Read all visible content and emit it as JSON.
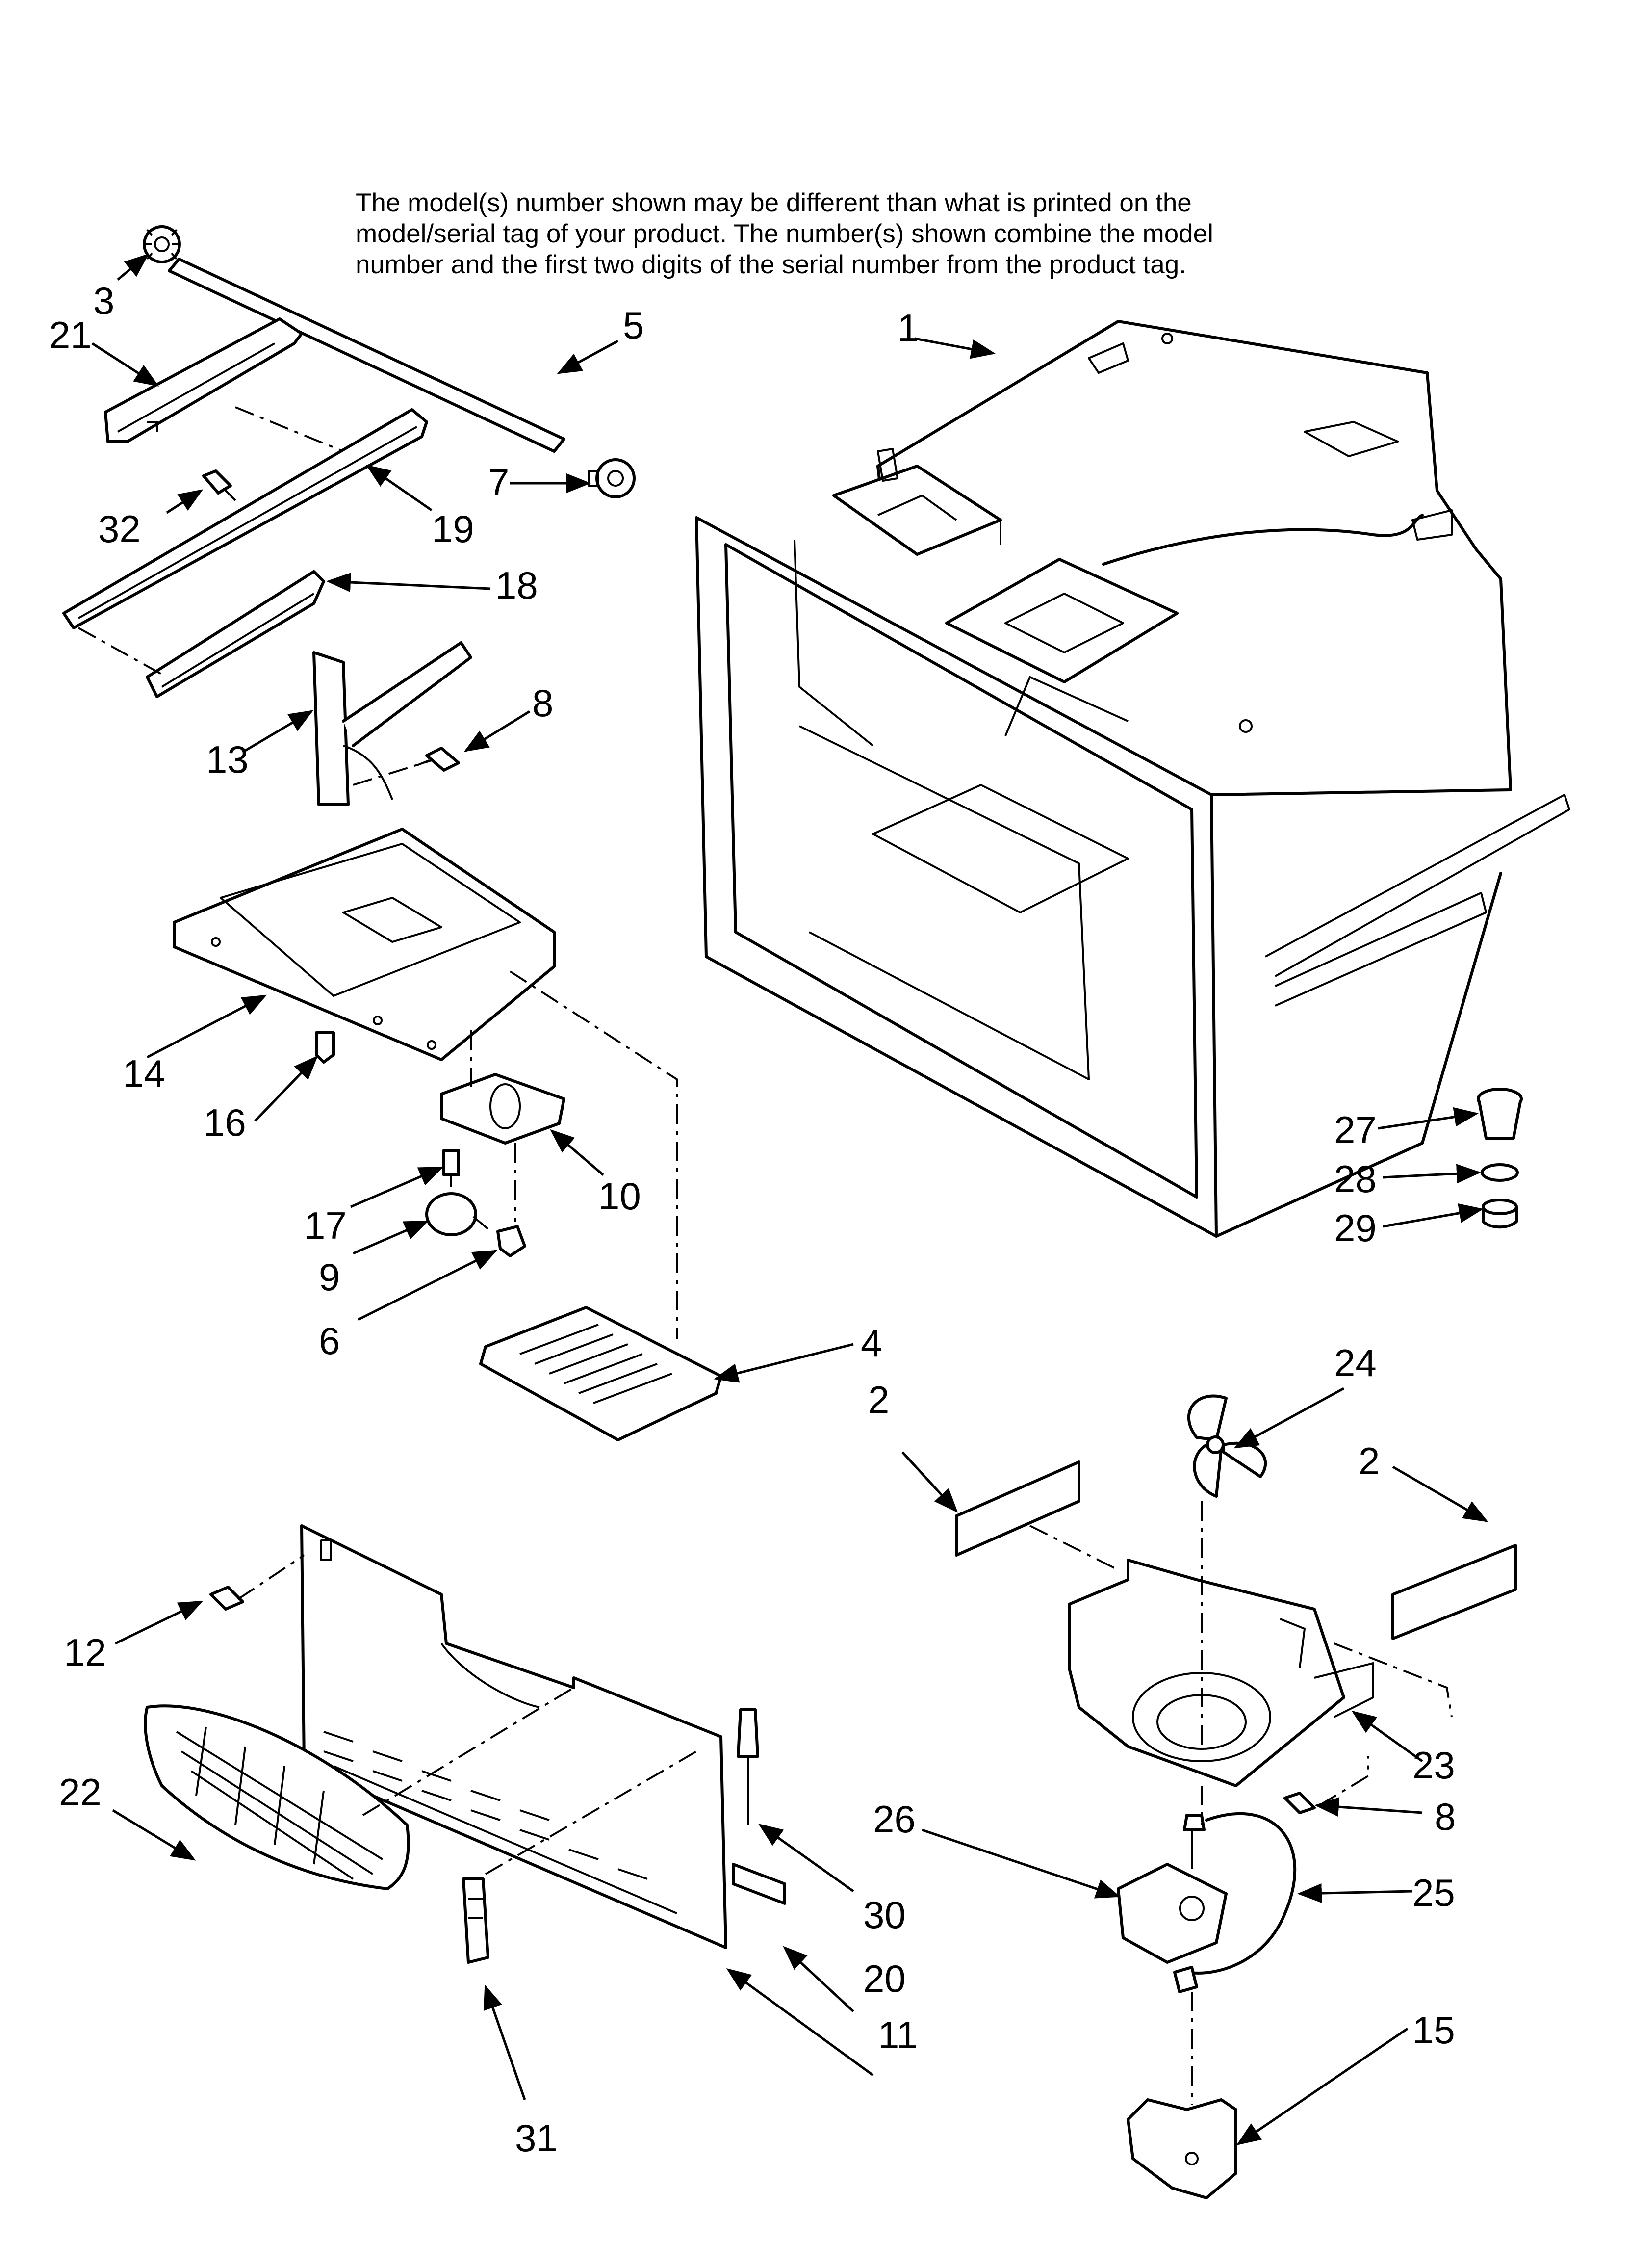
{
  "header_note": {
    "line1": "The model(s) number shown may be different than what is printed on the",
    "line2": "model/serial tag of your product. The number(s) shown combine the model",
    "line3": "number and the first two digits of the serial number from the product tag."
  },
  "callouts": {
    "c1": "1",
    "c2a": "2",
    "c2b": "2",
    "c3": "3",
    "c4": "4",
    "c5": "5",
    "c6": "6",
    "c7": "7",
    "c8a": "8",
    "c8b": "8",
    "c9": "9",
    "c10": "10",
    "c11": "11",
    "c12": "12",
    "c13": "13",
    "c14": "14",
    "c15": "15",
    "c16": "16",
    "c17": "17",
    "c18": "18",
    "c19": "19",
    "c20": "20",
    "c21": "21",
    "c22": "22",
    "c23": "23",
    "c24": "24",
    "c25": "25",
    "c26": "26",
    "c27": "27",
    "c28": "28",
    "c29": "29",
    "c30": "30",
    "c31": "31",
    "c32": "32"
  }
}
